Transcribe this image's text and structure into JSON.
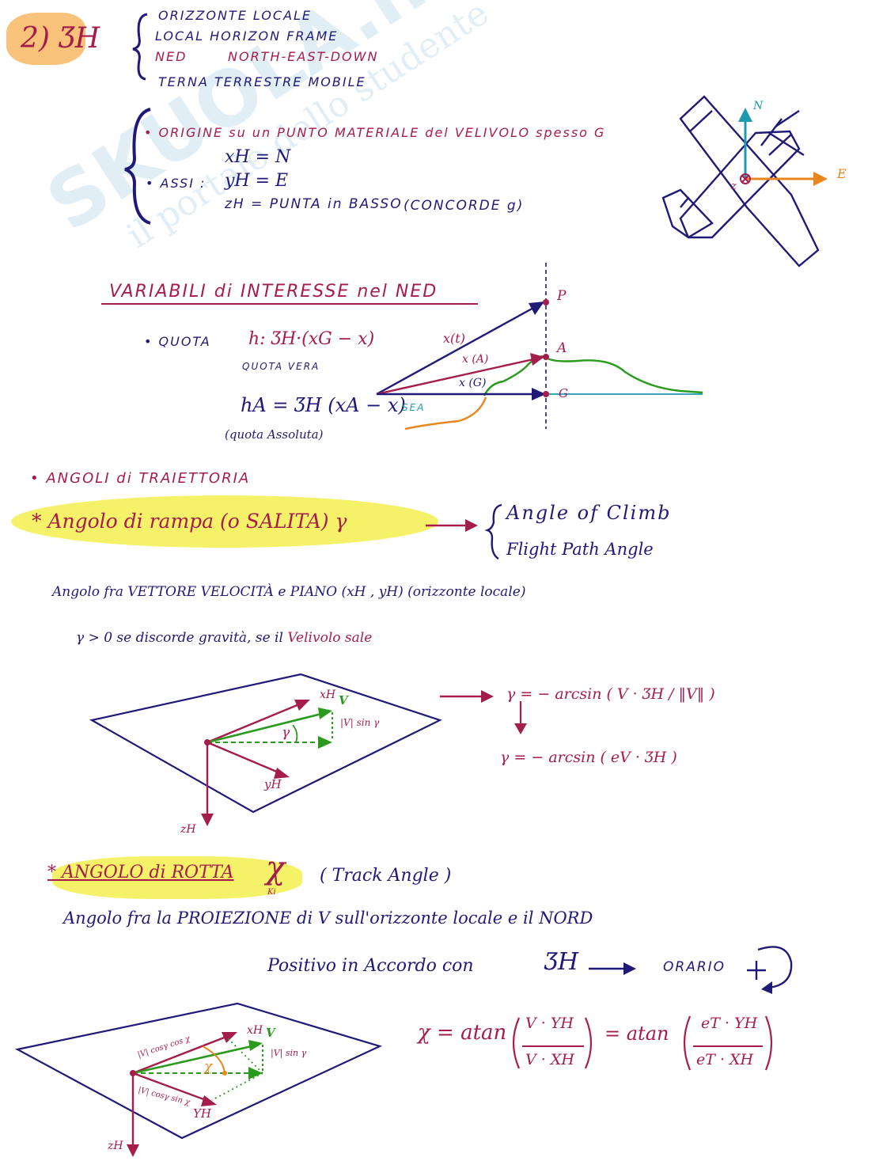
{
  "colors": {
    "ink_blue": "#1f1a78",
    "ink_red": "#a51d4a",
    "green": "#2a9a1d",
    "cyan": "#1e9ab0",
    "orange": "#e8871e",
    "highlight_yellow": "#f5f26a",
    "highlight_orange": "#f8c27a"
  },
  "section": {
    "number": "2) ƷH",
    "names": [
      "ORIZZONTE LOCALE",
      "LOCAL  HORIZON  FRAME",
      "NED",
      "NORTH-EAST-DOWN",
      "TERNA  TERRESTRE  MOBILE"
    ]
  },
  "definition": {
    "origin": "• ORIGINE  su  un  PUNTO  MATERIALE  del  VELIVOLO   spesso  G",
    "xh": "xH = N",
    "axes_label": "• ASSI :",
    "yh": "yH = E",
    "zh": "zH = PUNTA  in  BASSO",
    "zh_note": "(CONCORDE  g)"
  },
  "aircraft": {
    "north": "N",
    "east": "E",
    "down": "z"
  },
  "variables": {
    "heading": "VARIABILI  di  INTERESSE  nel  NED",
    "quota_label": "• QUOTA",
    "h_formula": "h:  ƷH·(xG − x)",
    "h_caption": "QUOTA  VERA",
    "ha_formula": "hA = ƷH (xA − x)",
    "ha_caption": "(quota  Assoluta)",
    "fig": {
      "P": "P",
      "A": "A",
      "G": "G",
      "xt": "x(t)",
      "xA": "x (A)",
      "xG": "x (G)",
      "sea": "SEA"
    }
  },
  "angles": {
    "heading": "• ANGOLI  di  TRAIETTORIA",
    "climb_title": "* Angolo  di  rampa  (o  SALITA)  γ",
    "climb_en_1": "Angle  of  Climb",
    "climb_en_2": "Flight  Path  Angle",
    "climb_def": "Angolo  fra   VETTORE   VELOCITÀ   e   PIANO (xH , yH)    (orizzonte  locale)",
    "climb_sign_a": "γ > 0    se  discorde  gravità,   se  il ",
    "climb_sign_b": "Velivolo  sale",
    "climb_f1": "γ = − arcsin ( V · ƷH / ‖V‖ )",
    "climb_f2": "γ = − arcsin ( eV · ƷH )",
    "fig1": {
      "xh": "xH",
      "v": "V",
      "vsin": "|V| sin γ",
      "gamma": "γ",
      "yh": "yH",
      "zh": "zH"
    }
  },
  "track": {
    "title": "* ANGOLO  di  ROTTA",
    "symbol": "χ",
    "sub": "Ki",
    "en": "( Track  Angle )",
    "def": "Angolo  fra  la   PROIEZIONE  di  V   sull'orizzonte  locale  e  il  NORD",
    "pos_a": "Positivo  in   Accordo  con",
    "pos_sym": "ƷH",
    "pos_b": "ORARIO",
    "formula_lhs": "χ = atan",
    "f1_num": "V · YH",
    "f1_den": "V · XH",
    "equals": "= atan",
    "f2_num": "eT · YH",
    "f2_den": "eT · XH",
    "fig2": {
      "xh": "xH",
      "v": "V",
      "vsin": "|V| sin γ",
      "cos1": "|V| cosγ cos χ",
      "cos2": "|V| cosγ sin χ",
      "chi": "χ",
      "yh": "YH",
      "zh": "zH"
    }
  },
  "watermark": {
    "brand": "SKUOLA.net",
    "tagline": "il portale dello studente"
  }
}
